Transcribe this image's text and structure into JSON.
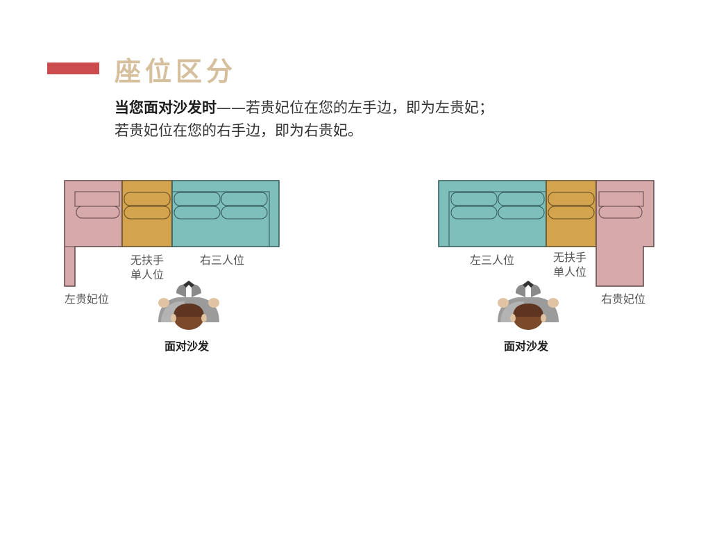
{
  "header": {
    "title": "座位区分",
    "lead": "当您面对沙发时",
    "dash": "——",
    "line1_rest": "若贵妃位在您的左手边，即为左贵妃；",
    "line2": "若贵妃位在您的右手边，即为右贵妃。"
  },
  "left_diagram": {
    "chaise_label": "左贵妃位",
    "armless_label_1": "无扶手",
    "armless_label_2": "单人位",
    "three_label": "右三人位",
    "facing_label": "面对沙发"
  },
  "right_diagram": {
    "three_label": "左三人位",
    "armless_label_1": "无扶手",
    "armless_label_2": "单人位",
    "chaise_label": "右贵妃位",
    "facing_label": "面对沙发"
  },
  "colors": {
    "accent": "#cb4b4e",
    "title": "#d6bf9d",
    "chaise": "#d6a9aa",
    "armless": "#d4a34d",
    "three_seat": "#7ebfbc"
  }
}
